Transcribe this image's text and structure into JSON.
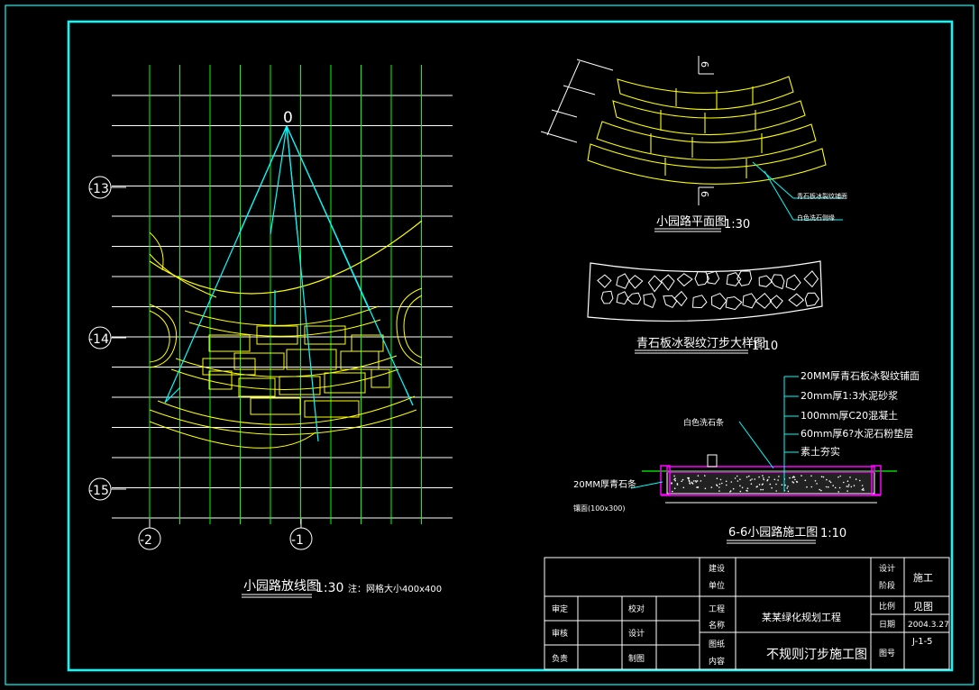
{
  "colors": {
    "frame": "#00ffff",
    "grid_h": "#ffffff",
    "grid_v": "#00ff00",
    "stone": "#ffff00",
    "hatch": "#ffffff",
    "cushion": "#ff00ff",
    "text": "#ffffff"
  },
  "plan_layout": {
    "origin_label": "0",
    "row_labels": [
      "-13",
      "-14",
      "-15"
    ],
    "col_labels": [
      "-2",
      "-1"
    ],
    "title": "小园路放线图",
    "scale": "1:30",
    "note": "注：网格大小400x400"
  },
  "plan_view": {
    "section_mark": "6",
    "title": "小园路平面图",
    "scale": "1:30",
    "callouts": [
      "青石板冰裂纹铺面",
      "白色洗石侧缘"
    ]
  },
  "detail_view": {
    "title": "青石板冰裂纹汀步大样图",
    "scale": "1:10"
  },
  "section_view": {
    "title": "6-6小园路施工图",
    "scale": "1:10",
    "curb_label": "白色洗石条",
    "layers": [
      "20MM厚青石板冰裂纹铺面",
      "20mm厚1:3水泥砂浆",
      "100mm厚C20混凝土",
      "60mm厚6?水泥石粉垫层",
      "素土夯实"
    ],
    "left_label_1": "20MM厚青石条",
    "left_label_2": "镶面(100x300)"
  },
  "title_block": {
    "c1r1": "审定",
    "c1r2": "审核",
    "c1r3": "负责",
    "c2r1": "校对",
    "c2r2": "设计",
    "c2r3": "制图",
    "c3r1a": "建设",
    "c3r1b": "单位",
    "c3r2a": "工程",
    "c3r2b": "名称",
    "c3r3a": "图纸",
    "c3r3b": "内容",
    "project_name": "某某绿化规划工程",
    "drawing_name": "不规则汀步施工图",
    "k1a": "设计",
    "k1b": "阶段",
    "v1": "施工",
    "k2": "比例",
    "v2": "见图",
    "k3": "日期",
    "v3": "2004.3.27",
    "k4": "图号",
    "v4": "J-1-5"
  }
}
